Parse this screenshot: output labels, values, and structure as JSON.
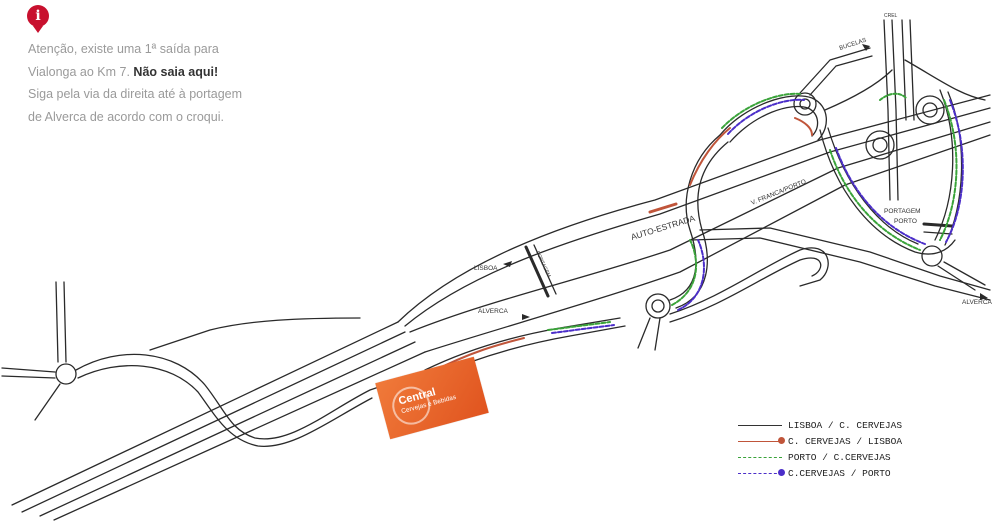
{
  "notice": {
    "line1": "Atenção, existe uma 1ª saída para",
    "line2_prefix": "Vialonga ao Km 7.",
    "line2_bold": "Não saia aqui!",
    "line3": "Siga pela via da direita até à portagem",
    "line4": "de Alverca de acordo com o croqui."
  },
  "map": {
    "labels": {
      "lisboa": "LISBOA",
      "alverca_left": "ALVERCA",
      "alverca_right": "ALVERCA",
      "auto_estrada": "AUTO-ESTRADA",
      "vfranca_porto": "V. FRANCA/PORTO",
      "bucelas": "BUCELAS",
      "portagem_porto_1": "PORTAGEM",
      "portagem_porto_2": "PORTO",
      "toll_gate_text": "PORTAGEM",
      "top_small": "CREL"
    }
  },
  "logo": {
    "name": "Central",
    "subtitle": "Cervejas e Bebidas"
  },
  "legend": {
    "items": [
      {
        "label": "LISBOA / C. CERVEJAS",
        "color": "#333333",
        "style": "solid",
        "dot": false
      },
      {
        "label": "C. CERVEJAS / LISBOA",
        "color": "#c0553a",
        "style": "solid",
        "dot": true
      },
      {
        "label": "PORTO / C.CERVEJAS",
        "color": "#3aa33a",
        "style": "dashed",
        "dot": false
      },
      {
        "label": "C.CERVEJAS / PORTO",
        "color": "#4b2ec9",
        "style": "dashed",
        "dot": true
      }
    ]
  },
  "colors": {
    "info_icon": "#c8102e",
    "route_lisboa_cc": "#333333",
    "route_cc_lisboa": "#c0553a",
    "route_porto_cc": "#3aa33a",
    "route_cc_porto": "#4b2ec9",
    "logo": "#e8612a"
  }
}
